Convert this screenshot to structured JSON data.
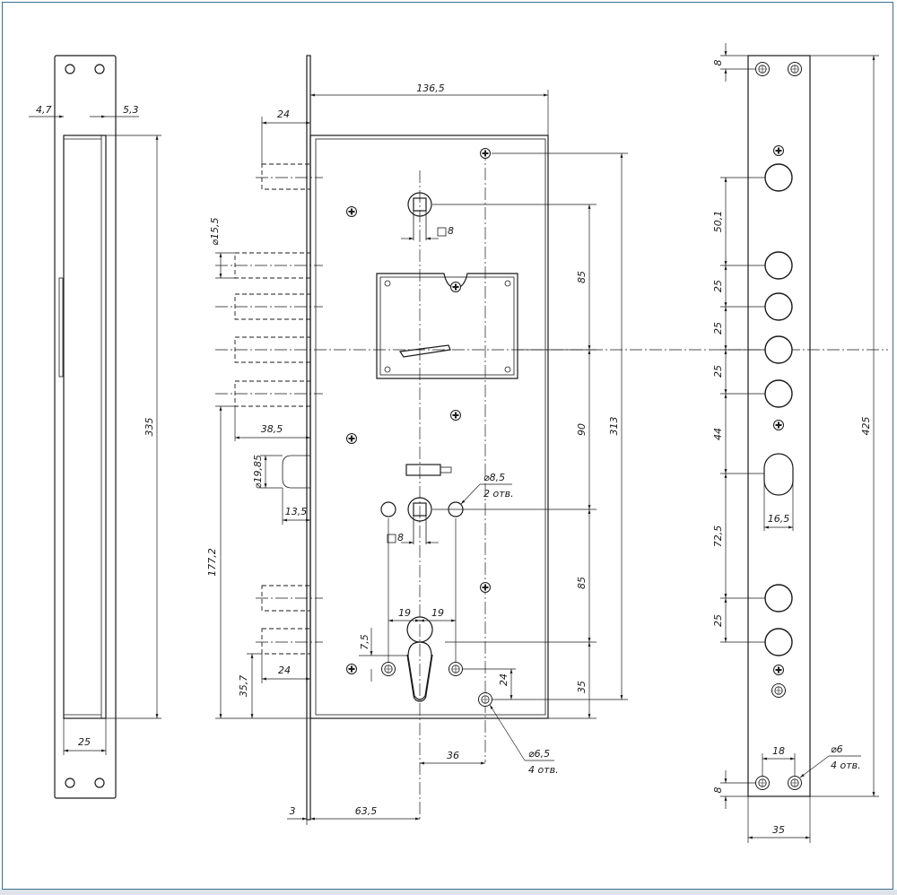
{
  "colors": {
    "line": "#1a1a1a",
    "frame": "#3f6f8f",
    "background": "#ffffff"
  },
  "side_view": {
    "dims": {
      "left_offset": "4,7",
      "right_offset": "5,3",
      "height": "335",
      "width": "25"
    }
  },
  "lock_body": {
    "dims": {
      "body_width": "136,5",
      "bolt_length": "24",
      "bolt_diameter": "⌀15,5",
      "bolt_throw": "38,5",
      "latch_diameter": "⌀19,85",
      "latch_width": "13,5",
      "lower_height": "177,2",
      "lower_bolt_length": "24",
      "lower_bolt_offset": "35,7",
      "faceplate_thickness": "3",
      "backset": "63,5",
      "square_top": "8",
      "square_bottom": "8",
      "spacing_top": "85",
      "spacing_middle": "90",
      "spacing_bottom": "85",
      "total_height": "313",
      "spindle_left": "19",
      "spindle_right": "19",
      "cyl_offset": "7,5",
      "cyl_to_hole": "24",
      "hole_to_bottom": "35",
      "hole_offset": "36"
    },
    "notes": {
      "hole_top": "⌀8,5",
      "hole_top_count": "2 отв.",
      "hole_bottom": "⌀6,5",
      "hole_bottom_count": "4 отв."
    }
  },
  "strike_plate": {
    "dims": {
      "top_edge": "8",
      "spacing_1": "50,1",
      "spacing_2": "25",
      "spacing_3": "25",
      "spacing_4": "25",
      "spacing_5": "44",
      "latch_width": "16,5",
      "spacing_6": "72,5",
      "spacing_7": "25",
      "total_height": "425",
      "hole_spacing": "18",
      "bottom_edge": "8",
      "plate_width": "35"
    },
    "notes": {
      "hole": "⌀6",
      "hole_count": "4 отв."
    }
  }
}
